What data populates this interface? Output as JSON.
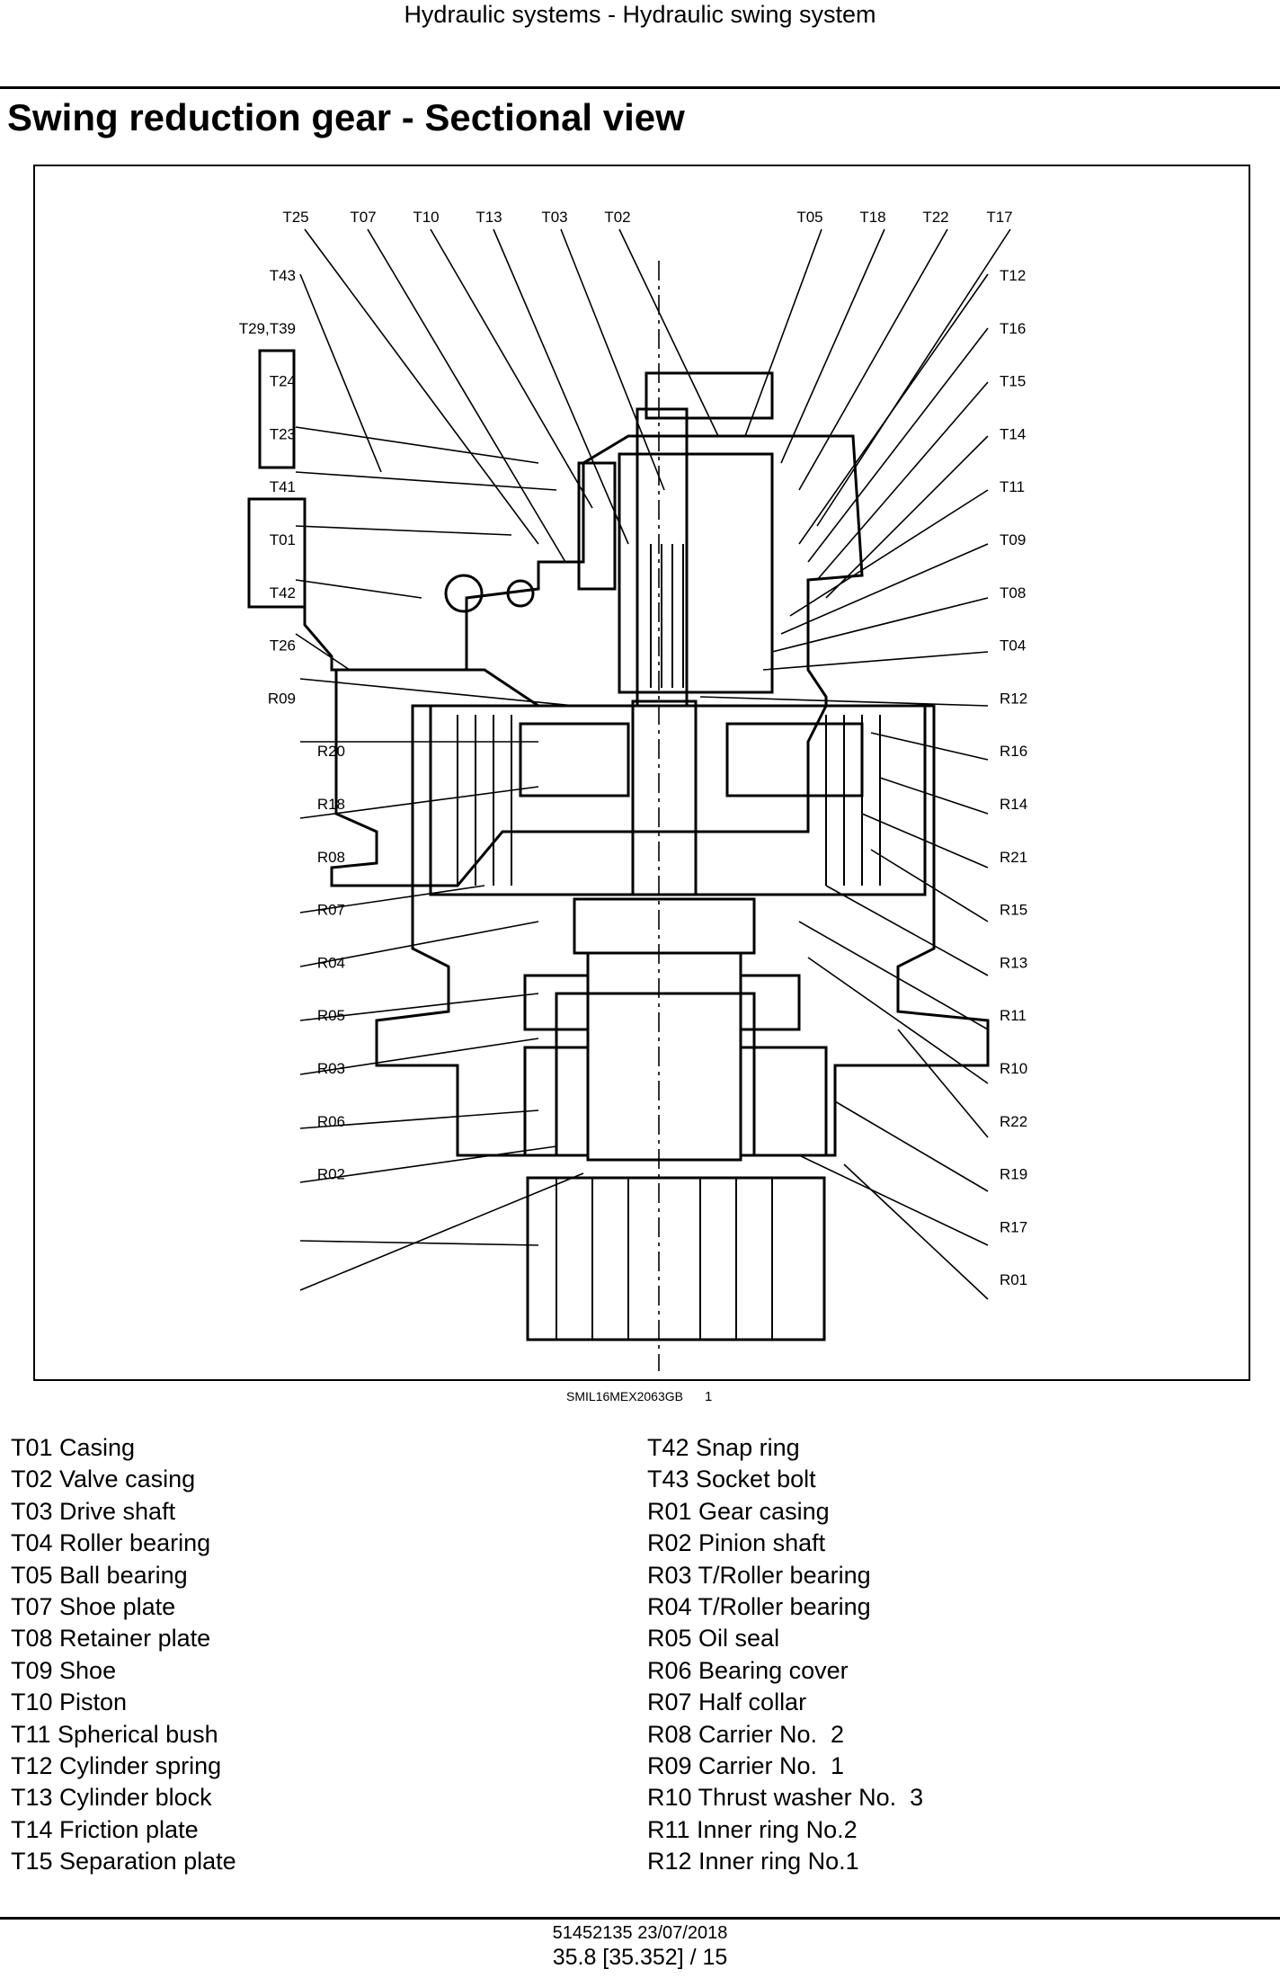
{
  "header": {
    "running_title": "Hydraulic systems - Hydraulic swing system"
  },
  "page": {
    "title": "Swing reduction gear - Sectional view"
  },
  "figure": {
    "code": "SMIL16MEX2063GB",
    "number": "1",
    "callouts": {
      "top": [
        "T25",
        "T07",
        "T10",
        "T13",
        "T03",
        "T02",
        "T05",
        "T18",
        "T22",
        "T17"
      ],
      "left": [
        "T43",
        "T29,T39",
        "T24",
        "T23",
        "T41",
        "T01",
        "T42",
        "T26",
        "R09",
        "R20",
        "R18",
        "R08",
        "R07",
        "R04",
        "R05",
        "R03",
        "R06",
        "R02"
      ],
      "right": [
        "T12",
        "T16",
        "T15",
        "T14",
        "T11",
        "T09",
        "T08",
        "T04",
        "R12",
        "R16",
        "R14",
        "R21",
        "R15",
        "R13",
        "R11",
        "R10",
        "R22",
        "R19",
        "R17",
        "R01"
      ]
    }
  },
  "legend": {
    "left": [
      "T01 Casing",
      "T02 Valve casing",
      "T03 Drive shaft",
      "T04 Roller bearing",
      "T05 Ball bearing",
      "T07 Shoe plate",
      "T08 Retainer plate",
      "T09 Shoe",
      "T10 Piston",
      "T11 Spherical bush",
      "T12 Cylinder spring",
      "T13 Cylinder block",
      "T14 Friction plate",
      "T15 Separation plate"
    ],
    "right": [
      "T42 Snap ring",
      "T43 Socket bolt",
      "R01 Gear casing",
      "R02 Pinion shaft",
      "R03 T/Roller bearing",
      "R04 T/Roller bearing",
      "R05 Oil seal",
      "R06 Bearing cover",
      "R07 Half collar",
      "R08 Carrier No.  2",
      "R09 Carrier No.  1",
      "R10 Thrust washer No.  3",
      "R11 Inner ring No.2",
      "R12 Inner ring No.1"
    ]
  },
  "footer": {
    "doc_code": "51452135 23/07/2018",
    "page_ref": "35.8 [35.352] / 15"
  }
}
